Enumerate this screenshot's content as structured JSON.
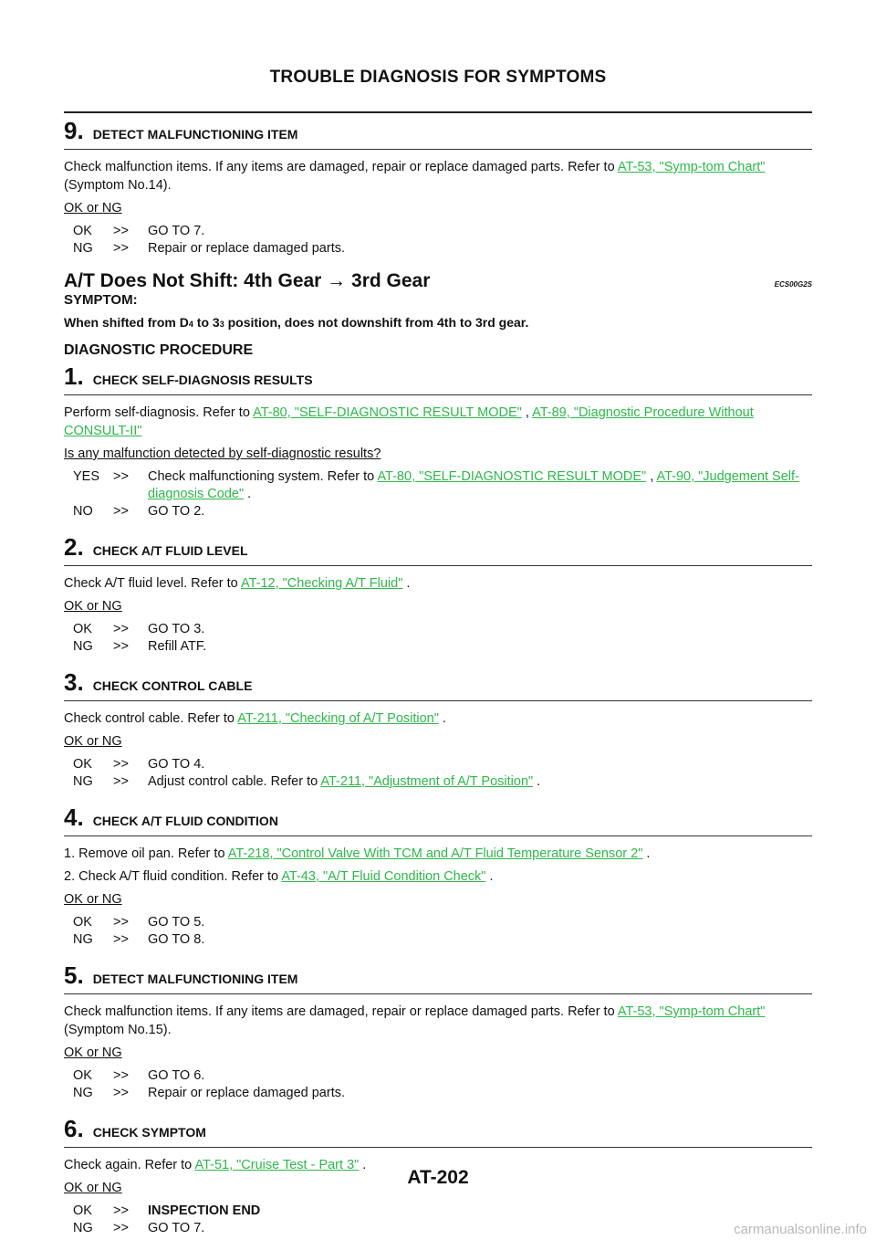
{
  "header": {
    "title": "TROUBLE DIAGNOSIS FOR SYMPTOMS"
  },
  "step9": {
    "num": "9.",
    "title": "DETECT MALFUNCTIONING ITEM",
    "text": "Check malfunction items. If any items are damaged, repair or replace damaged parts. Refer to ",
    "link": "AT-53, \"Symp-tom Chart\"",
    "after": " (Symptom No.14).",
    "question": "OK or NG",
    "ok": "OK",
    "ok_action": "GO TO 7.",
    "ng": "NG",
    "ng_action": "Repair or replace damaged parts."
  },
  "arrow": ">>",
  "section": {
    "title": "A/T Does Not Shift: 4th Gear → 3rd Gear",
    "code": "ECS00G2S",
    "symptom_label": "SYMPTOM:",
    "symptom_a": "When shifted from D",
    "symptom_sub1": "4",
    "symptom_b": " to 3",
    "symptom_sub2": "3",
    "symptom_c": " position, does not downshift from 4th to 3rd gear.",
    "diag_title": "DIAGNOSTIC PROCEDURE"
  },
  "s1": {
    "num": "1.",
    "title": "CHECK SELF-DIAGNOSIS RESULTS",
    "text": "Perform self-diagnosis. Refer to ",
    "link1": "AT-80, \"SELF-DIAGNOSTIC RESULT MODE\"",
    "sep": " , ",
    "link2": "AT-89, \"Diagnostic Procedure Without CONSULT-II\"",
    "question": "Is any malfunction detected by self-diagnostic results?",
    "yes": "YES",
    "yes_text": "Check malfunctioning system. Refer to ",
    "yes_link1": "AT-80, \"SELF-DIAGNOSTIC RESULT MODE\"",
    "yes_sep": " , ",
    "yes_link2": "AT-90, \"Judgement Self-diagnosis Code\"",
    "yes_end": " .",
    "no": "NO",
    "no_action": "GO TO 2."
  },
  "s2": {
    "num": "2.",
    "title": "CHECK A/T FLUID LEVEL",
    "text": "Check A/T fluid level. Refer to ",
    "link": "AT-12, \"Checking A/T Fluid\"",
    "after": " .",
    "question": "OK or NG",
    "ok": "OK",
    "ok_action": "GO TO 3.",
    "ng": "NG",
    "ng_action": "Refill ATF."
  },
  "s3": {
    "num": "3.",
    "title": "CHECK CONTROL CABLE",
    "text": "Check control cable. Refer to ",
    "link": "AT-211, \"Checking of A/T Position\"",
    "after": " .",
    "question": "OK or NG",
    "ok": "OK",
    "ok_action": "GO TO 4.",
    "ng": "NG",
    "ng_text": "Adjust control cable. Refer to ",
    "ng_link": "AT-211, \"Adjustment of A/T Position\"",
    "ng_after": " ."
  },
  "s4": {
    "num": "4.",
    "title": "CHECK A/T FLUID CONDITION",
    "item1": "1.  Remove oil pan. Refer to ",
    "item1_link": "AT-218, \"Control Valve With TCM and A/T Fluid Temperature Sensor 2\"",
    "item1_after": " .",
    "item2": "2.  Check A/T fluid condition. Refer to ",
    "item2_link": "AT-43, \"A/T Fluid Condition Check\"",
    "item2_after": " .",
    "question": "OK or NG",
    "ok": "OK",
    "ok_action": "GO TO 5.",
    "ng": "NG",
    "ng_action": "GO TO 8."
  },
  "s5": {
    "num": "5.",
    "title": "DETECT MALFUNCTIONING ITEM",
    "text": "Check malfunction items. If any items are damaged, repair or replace damaged parts. Refer to ",
    "link": "AT-53, \"Symp-tom Chart\"",
    "after": " (Symptom No.15).",
    "question": "OK or NG",
    "ok": "OK",
    "ok_action": "GO TO 6.",
    "ng": "NG",
    "ng_action": "Repair or replace damaged parts."
  },
  "s6": {
    "num": "6.",
    "title": "CHECK SYMPTOM",
    "text": "Check again. Refer to ",
    "link": "AT-51, \"Cruise Test - Part 3\"",
    "after": " .",
    "question": "OK or NG",
    "ok": "OK",
    "ok_action": "INSPECTION END",
    "ng": "NG",
    "ng_action": "GO TO 7."
  },
  "footer": {
    "page": "AT-202",
    "watermark": "carmanualsonline.info"
  }
}
